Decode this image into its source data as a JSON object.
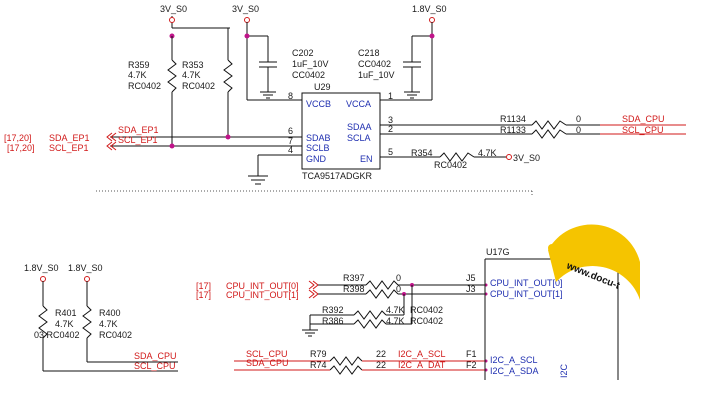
{
  "top": {
    "power_labels": [
      "3V_S0",
      "3V_S0",
      "1.8V_S0"
    ],
    "resistor_r359": {
      "ref": "R359",
      "value": "4.7K",
      "package": "RC0402"
    },
    "resistor_r353": {
      "ref": "R353",
      "value": "4.7K",
      "package": "RC0402"
    },
    "cap_c202": {
      "ref": "C202",
      "value": "1uF_10V",
      "package": "CC0402"
    },
    "cap_c218": {
      "ref": "C218",
      "value": "CC0402",
      "package": "1uF_10V"
    },
    "chip": {
      "ref": "U29",
      "part": "TCA9517ADGKR",
      "left_pins": [
        {
          "num": "8",
          "name": "VCCB"
        },
        {
          "num": "6",
          "name": "SDAB"
        },
        {
          "num": "7",
          "name": "SCLB"
        },
        {
          "num": "4",
          "name": "GND"
        }
      ],
      "right_pins": [
        {
          "num": "1",
          "name": "VCCA"
        },
        {
          "num": "3",
          "name": "SDAA"
        },
        {
          "num": "2",
          "name": "SCLA"
        },
        {
          "num": "5",
          "name": "EN"
        }
      ]
    },
    "left_nets": [
      {
        "ref": "[17,20]",
        "name": "SDA_EP1",
        "net": "SDA_EP1"
      },
      {
        "ref": "[17,20]",
        "name": "SCL_EP1",
        "net": "SCL_EP1"
      }
    ],
    "right_nets": [
      {
        "resistor": "R1134",
        "value": "0",
        "net": "SDA_CPU"
      },
      {
        "resistor": "R1133",
        "value": "0",
        "net": "SCL_CPU"
      }
    ],
    "en_resistor": {
      "ref": "R354",
      "value": "4.7K",
      "package": "RC0402",
      "supply": "3V_S0"
    }
  },
  "bottom": {
    "power_labels": [
      "1.8V_S0",
      "1.8V_S0"
    ],
    "resistor_r401": {
      "ref": "R401",
      "value": "4.7K",
      "package": "03 RC0402"
    },
    "resistor_r400": {
      "ref": "R400",
      "value": "4.7K",
      "package": "RC0402"
    },
    "nets": {
      "sda": "SDA_CPU",
      "scl": "SCL_CPU"
    },
    "int_nets": [
      {
        "ref": "[17]",
        "name": "CPU_INT_OUT[0]",
        "resistor": "R397",
        "value": "0",
        "ball": "J5",
        "pin": "CPU_INT_OUT[0]"
      },
      {
        "ref": "[17]",
        "name": "CPU_INT_OUT[1]",
        "resistor": "R398",
        "value": "0",
        "ball": "J3",
        "pin": "CPU_INT_OUT[1]"
      }
    ],
    "pulldowns": [
      {
        "ref": "R392",
        "value": "4.7K",
        "package": "RC0402"
      },
      {
        "ref": "R386",
        "value": "4.7K",
        "package": "RC0402"
      }
    ],
    "i2c_lines": [
      {
        "net": "SCL_CPU",
        "resistor": "R79",
        "value": "22",
        "signal": "I2C_A_SCL",
        "ball": "F1",
        "pin": "I2C_A_SCL"
      },
      {
        "net": "SDA_CPU",
        "resistor": "R74",
        "value": "22",
        "signal": "I2C_A_DAT",
        "ball": "F2",
        "pin": "I2C_A_SDA"
      }
    ],
    "chip": {
      "ref": "U17G",
      "group_label": "I2C"
    },
    "watermark": "www.docu-t"
  }
}
